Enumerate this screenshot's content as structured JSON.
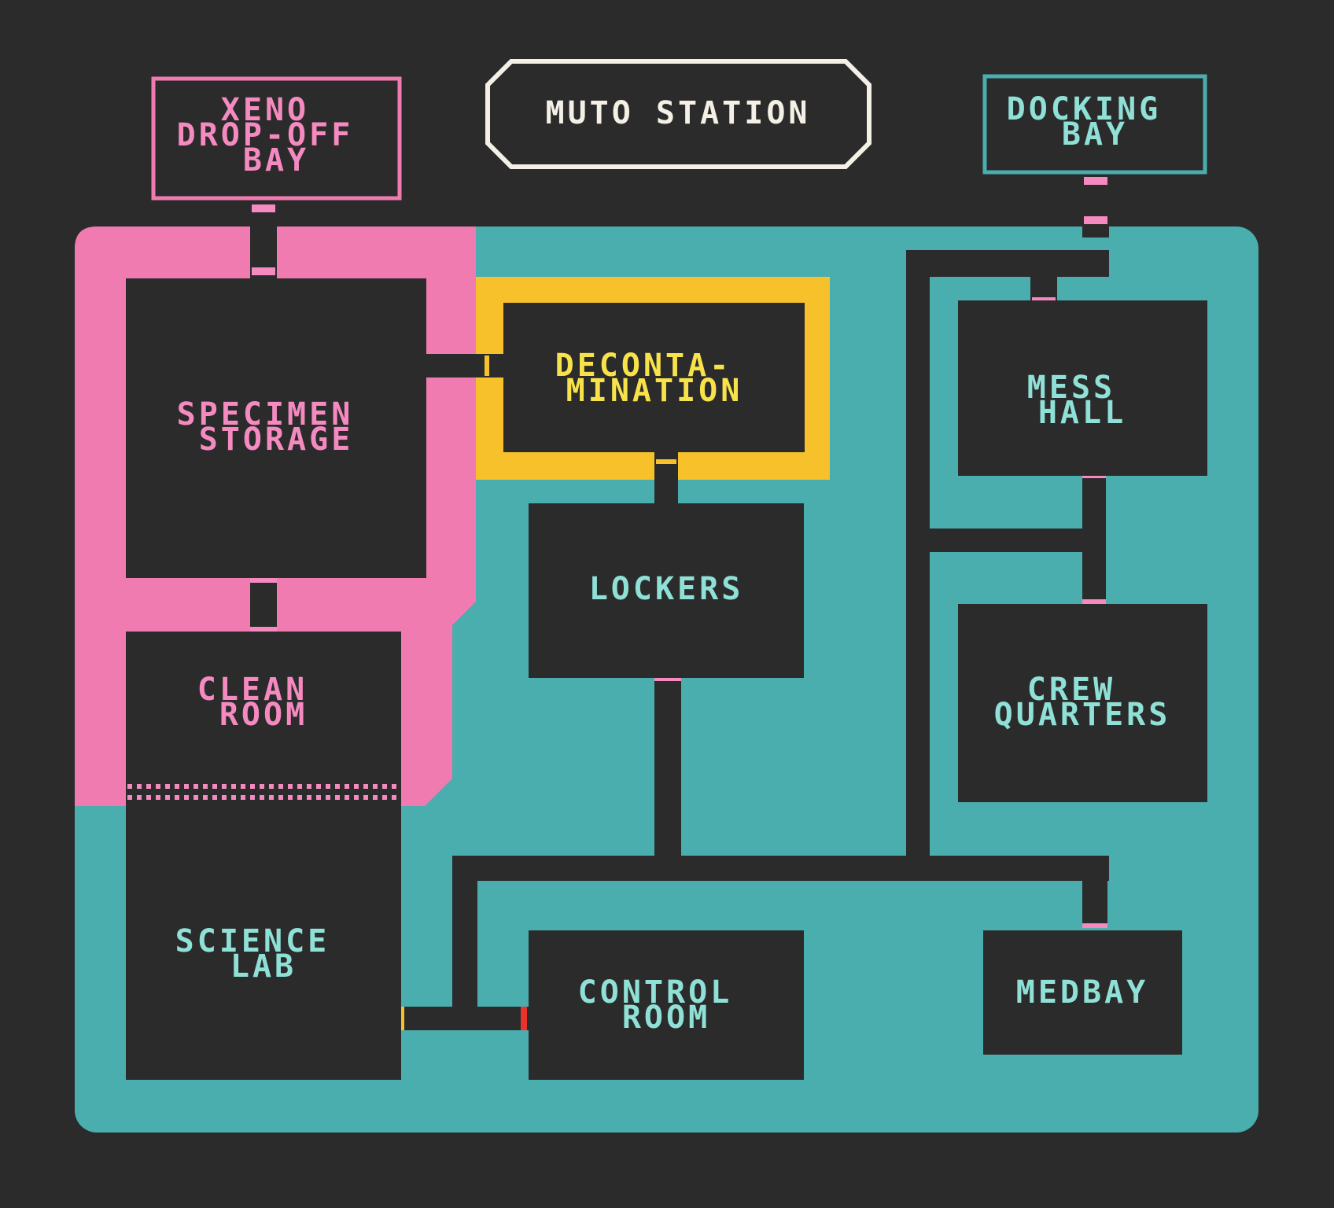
{
  "title": "MUTO STATION",
  "colors": {
    "background": "#2b2b2b",
    "room_fill": "#2b2b2b",
    "teal_zone": "#4aaeae",
    "pink_zone": "#f07bb0",
    "yellow_zone": "#f7c12c",
    "title_border": "#f4f0e6",
    "pink_text": "#f58ac0",
    "teal_text": "#8fe0d6",
    "yellow_text": "#f7e24a",
    "door": "#f58ac0"
  },
  "rooms": {
    "xeno_dropoff": {
      "lines": [
        "XENO",
        "DROP-OFF",
        "BAY"
      ]
    },
    "docking_bay": {
      "lines": [
        "DOCKING",
        "BAY"
      ]
    },
    "specimen_storage": {
      "lines": [
        "SPECIMEN",
        "STORAGE"
      ]
    },
    "decontamination": {
      "lines": [
        "DECONTA-",
        "MINATION"
      ]
    },
    "mess_hall": {
      "lines": [
        "MESS",
        "HALL"
      ]
    },
    "lockers": {
      "lines": [
        "LOCKERS"
      ]
    },
    "crew_quarters": {
      "lines": [
        "CREW",
        "QUARTERS"
      ]
    },
    "clean_room": {
      "lines": [
        "CLEAN",
        "ROOM"
      ]
    },
    "science_lab": {
      "lines": [
        "SCIENCE",
        "LAB"
      ]
    },
    "control_room": {
      "lines": [
        "CONTROL",
        "ROOM"
      ]
    },
    "medbay": {
      "lines": [
        "MEDBAY"
      ]
    }
  }
}
